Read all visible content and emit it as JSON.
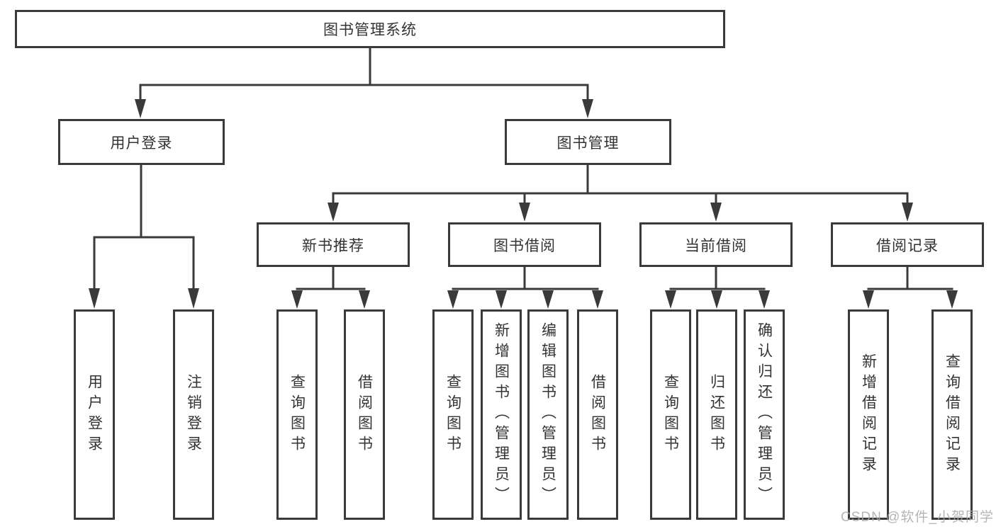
{
  "colors": {
    "line": "#3a3a3a",
    "box_border": "#3a3a3a",
    "box_background": "#ffffff",
    "text": "#333333",
    "page_background": "#ffffff",
    "watermark": "#a8a8a8"
  },
  "diagram": {
    "root": {
      "label": "图书管理系统"
    },
    "branches": [
      {
        "label": "用户登录",
        "children": [
          {
            "label": "用户登录"
          },
          {
            "label": "注销登录"
          }
        ]
      },
      {
        "label": "图书管理",
        "children": [
          {
            "label": "新书推荐",
            "children": [
              {
                "label": "查询图书"
              },
              {
                "label": "借阅图书"
              }
            ]
          },
          {
            "label": "图书借阅",
            "children": [
              {
                "label": "查询图书"
              },
              {
                "label": "新增图书（管理员）"
              },
              {
                "label": "编辑图书（管理员）"
              },
              {
                "label": "借阅图书"
              }
            ]
          },
          {
            "label": "当前借阅",
            "children": [
              {
                "label": "查询图书"
              },
              {
                "label": "归还图书"
              },
              {
                "label": "确认归还（管理员）"
              }
            ]
          },
          {
            "label": "借阅记录",
            "children": [
              {
                "label": "新增借阅记录"
              },
              {
                "label": "查询借阅记录"
              }
            ]
          }
        ]
      }
    ]
  },
  "watermark": {
    "text": "CSDN @软件_小贺同学"
  }
}
